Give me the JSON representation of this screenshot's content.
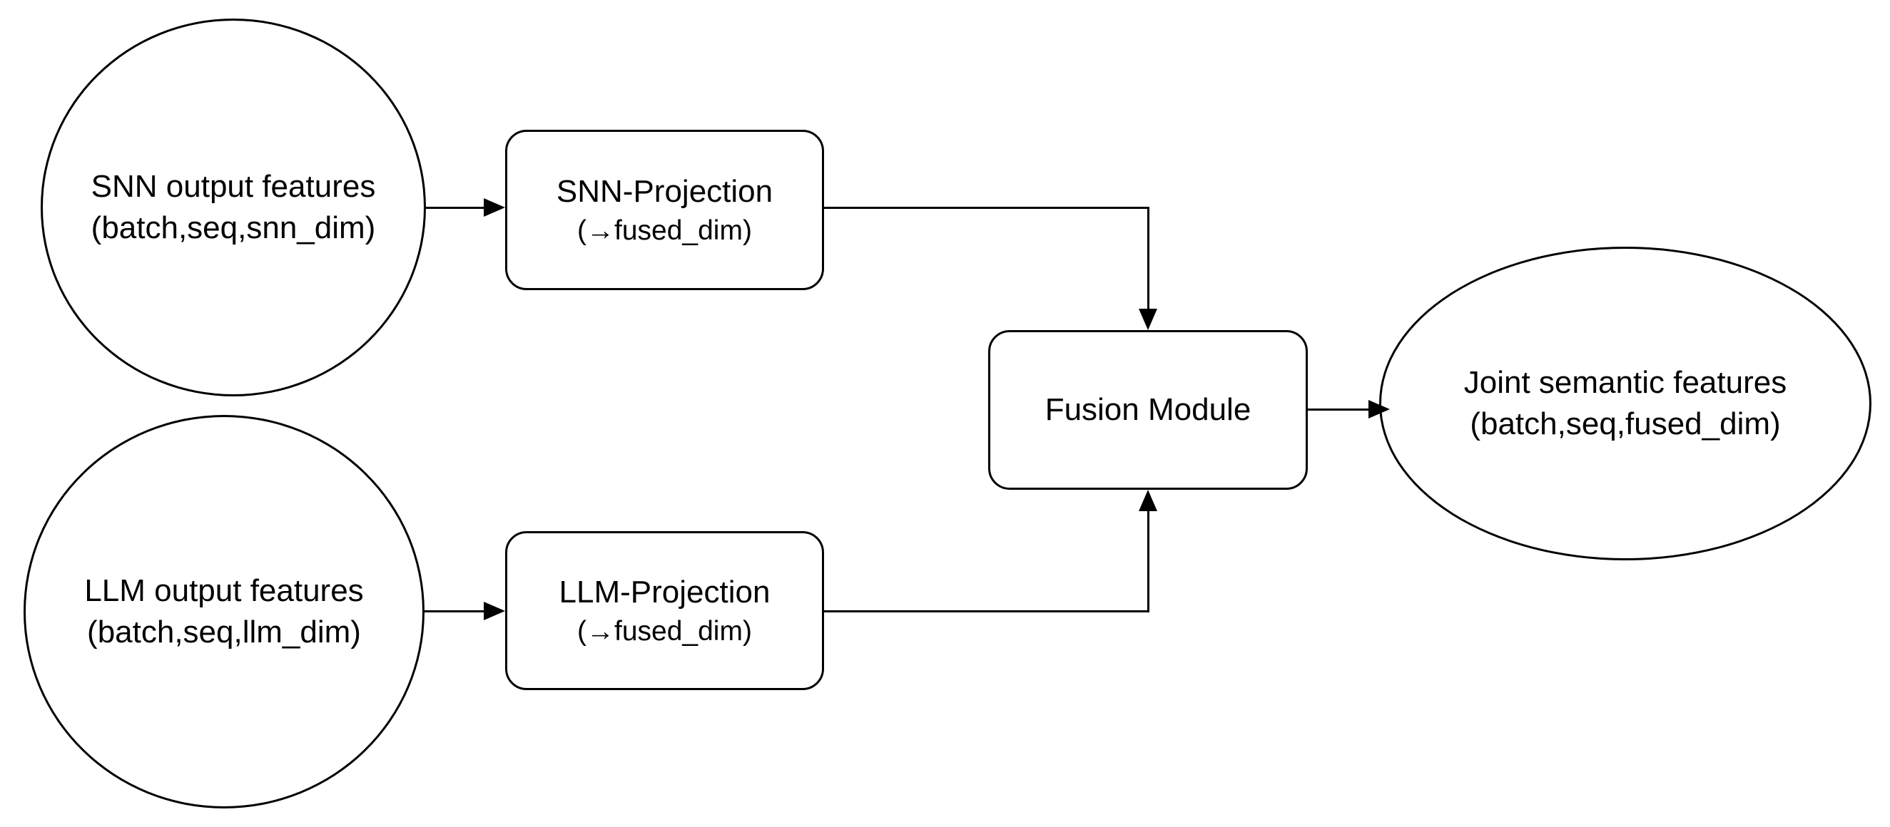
{
  "diagram": {
    "nodes": {
      "snn_input": {
        "shape": "circle",
        "label": "SNN output features",
        "sublabel": "(batch,seq,snn_dim)"
      },
      "llm_input": {
        "shape": "circle",
        "label": "LLM output features",
        "sublabel": "(batch,seq,llm_dim)"
      },
      "snn_projection": {
        "shape": "rounded-rect",
        "label": "SNN-Projection",
        "sublabel": "(→fused_dim)"
      },
      "llm_projection": {
        "shape": "rounded-rect",
        "label": "LLM-Projection",
        "sublabel": "(→fused_dim)"
      },
      "fusion": {
        "shape": "rounded-rect",
        "label": "Fusion Module"
      },
      "joint_output": {
        "shape": "ellipse",
        "label": "Joint semantic features",
        "sublabel": "(batch,seq,fused_dim)"
      }
    },
    "edges": [
      {
        "from": "snn_input",
        "to": "snn_projection",
        "direction": "right"
      },
      {
        "from": "llm_input",
        "to": "llm_projection",
        "direction": "right"
      },
      {
        "from": "snn_projection",
        "to": "fusion",
        "direction": "right-then-down"
      },
      {
        "from": "llm_projection",
        "to": "fusion",
        "direction": "right-then-up"
      },
      {
        "from": "fusion",
        "to": "joint_output",
        "direction": "right"
      }
    ],
    "colors": {
      "stroke": "#000000",
      "text": "#000000",
      "background": "#ffffff"
    }
  }
}
